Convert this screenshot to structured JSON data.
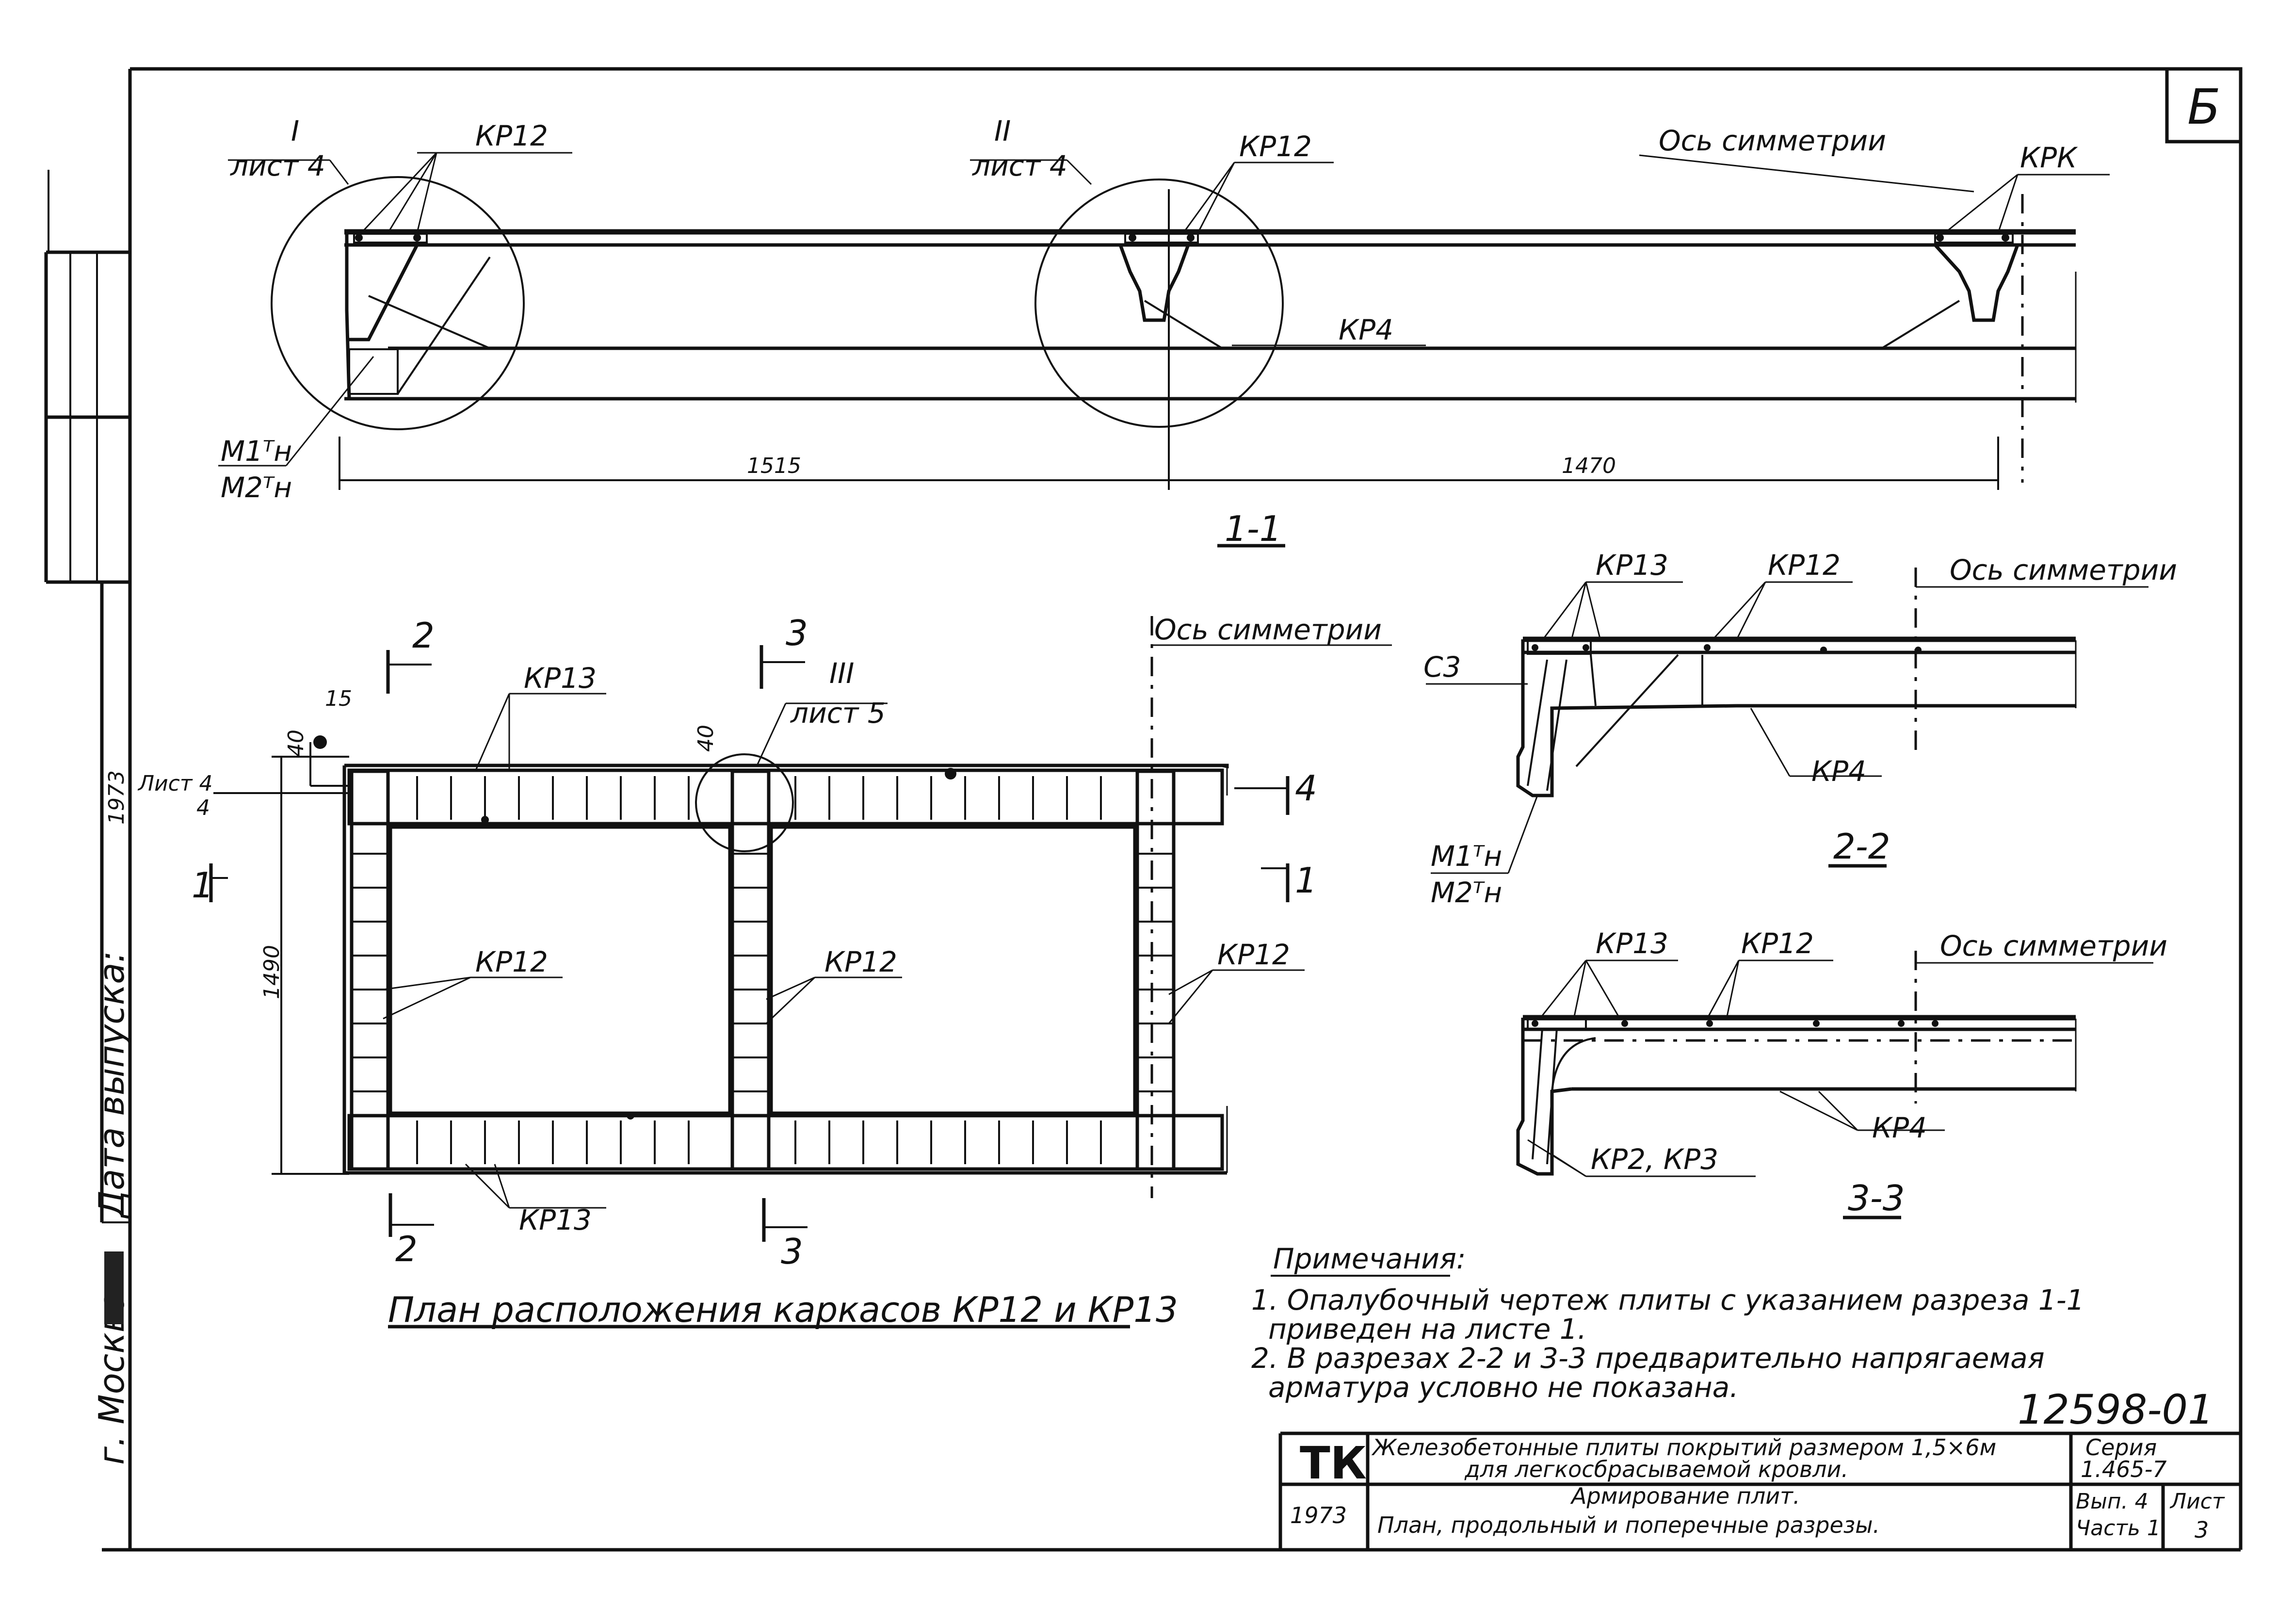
{
  "sheet_letter": "Б",
  "section_1_1": {
    "title": "1-1",
    "callout_1": {
      "roman": "I",
      "sheet": "лист 4"
    },
    "callout_2": {
      "roman": "II",
      "sheet": "лист 4"
    },
    "axis_label": "Ось симметрии",
    "labels": {
      "kp12_left": "КР12",
      "kp12_mid": "КР12",
      "kp_right": "КРК",
      "kp4": "КР4",
      "m1": "М1ᵀн",
      "m2": "М2ᵀн"
    },
    "dims": {
      "left": "1515",
      "right": "1470"
    }
  },
  "plan": {
    "title": "План расположения каркасов КР12 и КР13",
    "axis_label": "Ось симметрии",
    "callout_3": {
      "roman": "III",
      "sheet": "лист 5"
    },
    "labels": {
      "kp13_top": "КР13",
      "kp13_bottom": "КР13",
      "kp12_left": "КР12",
      "kp12_mid": "КР12",
      "kp12_right": "КР12"
    },
    "cuts": {
      "c2_top": "2",
      "c3_top": "3",
      "c2_bottom": "2",
      "c3_bottom": "3",
      "c1_left": "1",
      "c1_right": "1",
      "c4_right": "4"
    },
    "dims": {
      "d15": "15",
      "d40_left": "40",
      "d40_mid": "40",
      "d1490": "1490",
      "list_label": "Лист 4",
      "list_num": "4"
    }
  },
  "section_2_2": {
    "title": "2-2",
    "axis_label": "Ось симметрии",
    "labels": {
      "kp13": "КР13",
      "kp12": "КР12",
      "c3": "С3",
      "kp4": "КР4",
      "m1": "М1ᵀн",
      "m2": "М2ᵀн"
    }
  },
  "section_3_3": {
    "title": "3-3",
    "axis_label": "Ось симметрии",
    "labels": {
      "kp13": "КР13",
      "kp12": "КР12",
      "kp4": "КР4",
      "kp2_kp3": "КР2, КР3"
    }
  },
  "notes": {
    "heading": "Примечания:",
    "line1": "1. Опалубочный чертеж плиты с указанием разреза 1-1",
    "line2": "приведен на листе 1.",
    "line3": "2. В разрезах 2-2 и 3-3 предварительно напрягаемая",
    "line4": "арматура условно не показана."
  },
  "drawing_number": "12598-01",
  "title_block": {
    "org": "ТК",
    "year": "1973",
    "title_line1": "Железобетонные плиты покрытий размером 1,5×6м",
    "title_line2": "для легкосбрасываемой кровли.",
    "subtitle_line1": "Армирование плит.",
    "subtitle_line2": "План, продольный и поперечные разрезы.",
    "series_label": "Серия",
    "series_value": "1.465-7",
    "issue_label": "Вып. 4",
    "part_label": "Часть 1",
    "sheet_label": "Лист",
    "sheet_value": "3"
  },
  "margin": {
    "release_date_label": "Дата выпуска:",
    "release_year": "1973",
    "city": "г. Москва"
  }
}
